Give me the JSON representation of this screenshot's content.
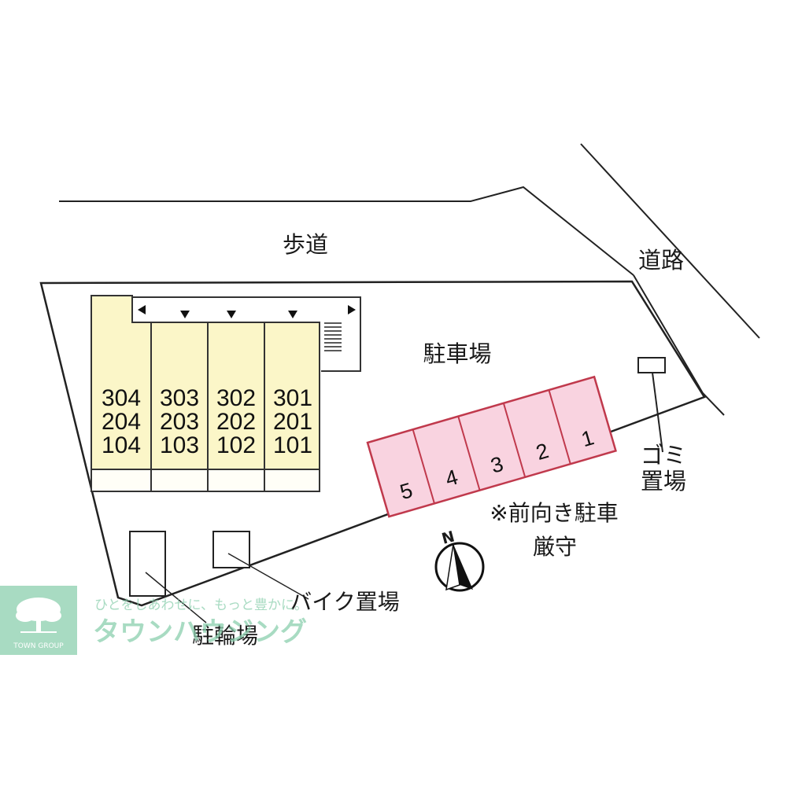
{
  "labels": {
    "sidewalk": "歩道",
    "road": "道路",
    "parking": "駐車場",
    "garbage_line1": "ゴミ",
    "garbage_line2": "置場",
    "notice_line1": "※前向き駐車",
    "notice_line2": "厳守",
    "bike_parking": "バイク置場",
    "bicycle_parking": "駐輪場",
    "north": "N"
  },
  "building": {
    "columns": [
      {
        "rooms": [
          "304",
          "204",
          "104"
        ]
      },
      {
        "rooms": [
          "303",
          "203",
          "103"
        ]
      },
      {
        "rooms": [
          "302",
          "202",
          "102"
        ]
      },
      {
        "rooms": [
          "301",
          "201",
          "101"
        ]
      }
    ]
  },
  "parking_spaces": [
    "5",
    "4",
    "3",
    "2",
    "1"
  ],
  "watermark": {
    "tagline": "ひとをしあわせに、もっと豊かに。",
    "company": "タウンハウジング",
    "logo_text": "TOWN GROUP"
  },
  "colors": {
    "building_fill": "#fbf6c8",
    "parking_fill": "#f9d3e0",
    "parking_stroke": "#c0394c",
    "watermark": "#8ccfae"
  }
}
